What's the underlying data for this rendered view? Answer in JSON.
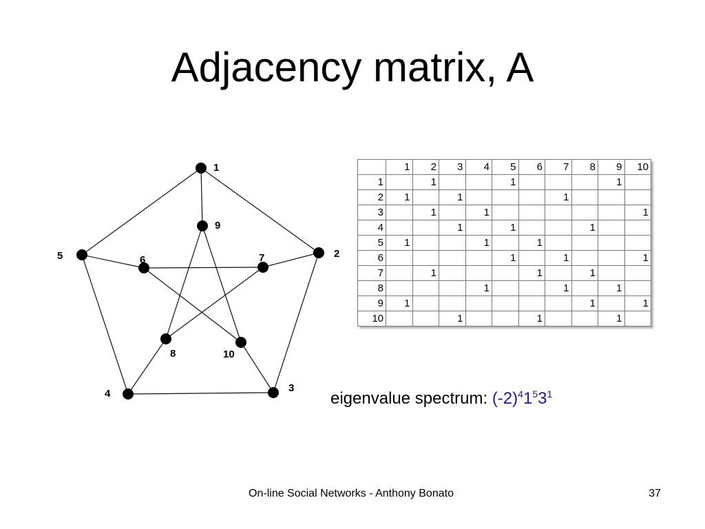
{
  "slide": {
    "title": "Adjacency matrix, A",
    "footer": "On-line Social Networks - Anthony Bonato",
    "page_number": "37"
  },
  "graph": {
    "nodes": [
      "1",
      "2",
      "3",
      "4",
      "5",
      "6",
      "7",
      "8",
      "9",
      "10"
    ],
    "edges": [
      [
        "1",
        "2"
      ],
      [
        "2",
        "3"
      ],
      [
        "3",
        "4"
      ],
      [
        "4",
        "5"
      ],
      [
        "5",
        "1"
      ],
      [
        "1",
        "9"
      ],
      [
        "2",
        "7"
      ],
      [
        "3",
        "10"
      ],
      [
        "4",
        "8"
      ],
      [
        "5",
        "6"
      ],
      [
        "9",
        "8"
      ],
      [
        "8",
        "7"
      ],
      [
        "7",
        "6"
      ],
      [
        "6",
        "10"
      ],
      [
        "10",
        "9"
      ]
    ]
  },
  "matrix": {
    "corner": "",
    "headers": [
      "1",
      "2",
      "3",
      "4",
      "5",
      "6",
      "7",
      "8",
      "9",
      "10"
    ],
    "rows": [
      {
        "label": "1",
        "cells": [
          "",
          "1",
          "",
          "",
          "1",
          "",
          "",
          "",
          "1",
          ""
        ]
      },
      {
        "label": "2",
        "cells": [
          "1",
          "",
          "1",
          "",
          "",
          "",
          "1",
          "",
          "",
          ""
        ]
      },
      {
        "label": "3",
        "cells": [
          "",
          "1",
          "",
          "1",
          "",
          "",
          "",
          "",
          "",
          "1"
        ]
      },
      {
        "label": "4",
        "cells": [
          "",
          "",
          "1",
          "",
          "1",
          "",
          "",
          "1",
          "",
          ""
        ]
      },
      {
        "label": "5",
        "cells": [
          "1",
          "",
          "",
          "1",
          "",
          "1",
          "",
          "",
          "",
          ""
        ]
      },
      {
        "label": "6",
        "cells": [
          "",
          "",
          "",
          "",
          "1",
          "",
          "1",
          "",
          "",
          "1"
        ]
      },
      {
        "label": "7",
        "cells": [
          "",
          "1",
          "",
          "",
          "",
          "1",
          "",
          "1",
          "",
          ""
        ]
      },
      {
        "label": "8",
        "cells": [
          "",
          "",
          "",
          "1",
          "",
          "",
          "1",
          "",
          "1",
          ""
        ]
      },
      {
        "label": "9",
        "cells": [
          "1",
          "",
          "",
          "",
          "",
          "",
          "",
          "1",
          "",
          "1"
        ]
      },
      {
        "label": "10",
        "cells": [
          "",
          "",
          "1",
          "",
          "",
          "1",
          "",
          "",
          "1",
          ""
        ]
      }
    ]
  },
  "spectrum": {
    "label": "eigenvalue spectrum:",
    "base1": "(-2)",
    "exp1": "4",
    "base2": "1",
    "exp2": "5",
    "base3": "3",
    "exp3": "1",
    "color": "#1a1aa0"
  }
}
